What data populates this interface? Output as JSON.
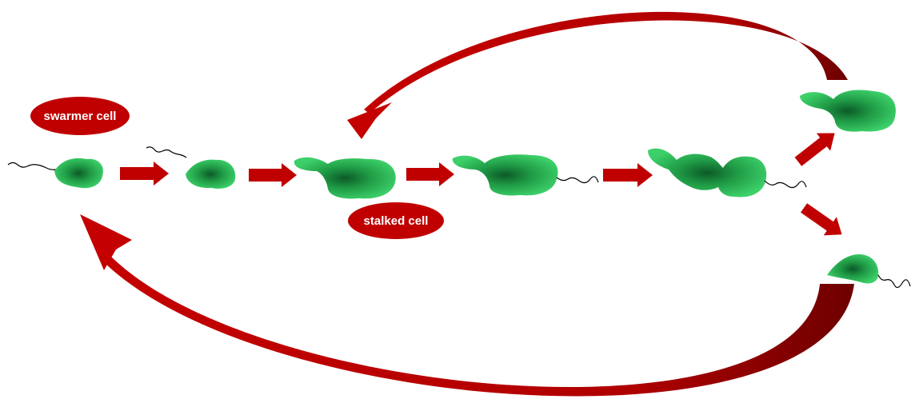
{
  "labels": {
    "swarmer": "swarmer cell",
    "stalked": "stalked cell"
  },
  "colors": {
    "arrow": "#c00000",
    "arrow_dark": "#7a0000",
    "cell_light": "#2fc05a",
    "cell_dark": "#0c5a28",
    "flagellum": "#000000",
    "label_bg": "#c00000",
    "label_text": "#ffffff"
  },
  "icons": {
    "cell": "green-bacterium-cell",
    "flagellum": "wavy-flagellum",
    "step_arrow": "block-right-arrow",
    "cycle_arrow": "curved-return-arrow"
  }
}
